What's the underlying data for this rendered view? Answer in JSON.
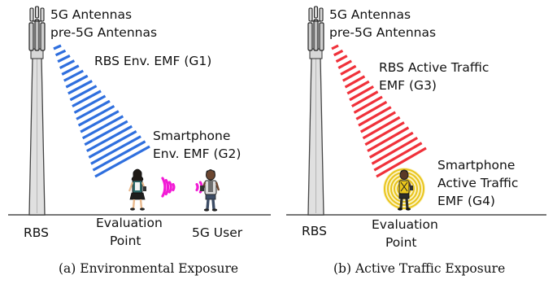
{
  "panels": [
    {
      "antenna_line1": "5G Antennas",
      "antenna_line2": "pre-5G Antennas",
      "beam_label": [
        "RBS Env. EMF (G1)"
      ],
      "phone_label": [
        "Smartphone",
        "Env. EMF (G2)"
      ],
      "base_label": "RBS",
      "eval_label": [
        "Evaluation",
        "Point"
      ],
      "user_label": "5G User",
      "caption": "(a)  Environmental Exposure",
      "beam_color": "#2f6fde",
      "emission_color": "#f21bd5"
    },
    {
      "antenna_line1": "5G Antennas",
      "antenna_line2": "pre-5G Antennas",
      "beam_label": [
        "RBS Active Traffic",
        "EMF (G3)"
      ],
      "phone_label": [
        "Smartphone",
        "Active Traffic",
        "EMF (G4)"
      ],
      "base_label": "RBS",
      "eval_label": [
        "Evaluation",
        "Point"
      ],
      "caption": "(b)  Active Traffic Exposure",
      "beam_color": "#f0313a",
      "emission_color": "#e9c41c"
    }
  ]
}
